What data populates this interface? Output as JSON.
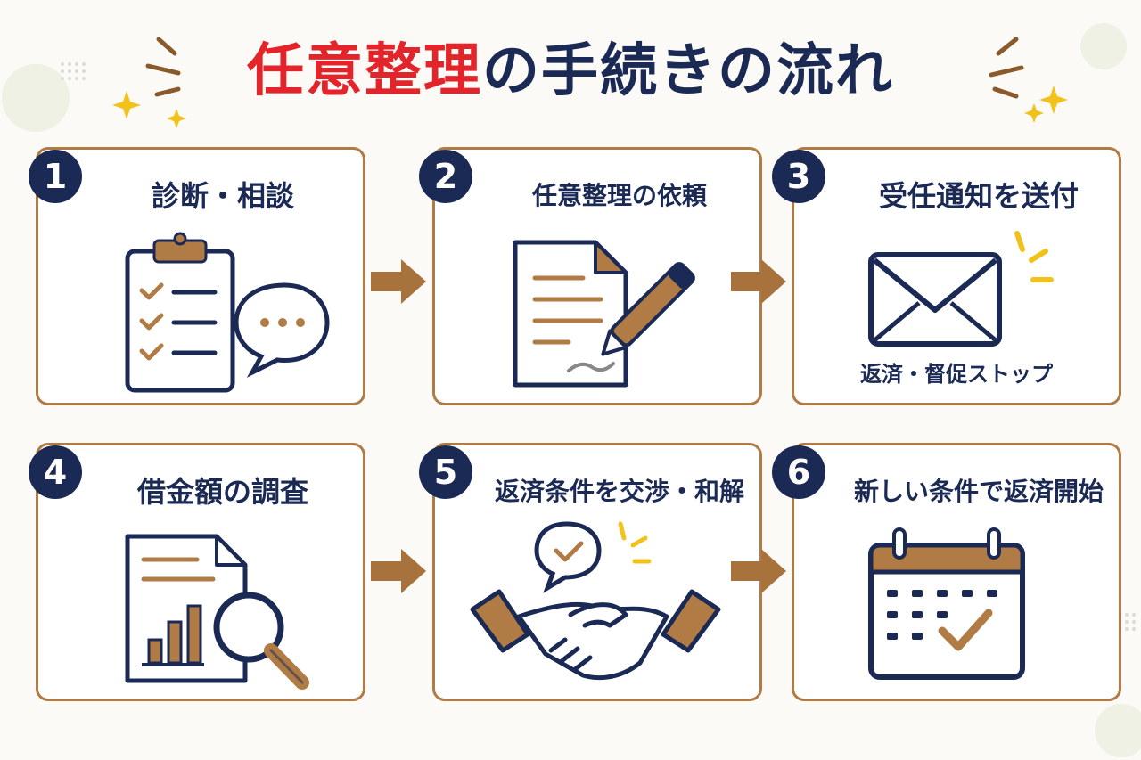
{
  "title": {
    "accent": "任意整理",
    "rest": "の手続きの流れ"
  },
  "steps": [
    {
      "number": "1",
      "label": "診断・相談",
      "icon": "clipboard-chat-icon"
    },
    {
      "number": "2",
      "label": "任意整理の依頼",
      "icon": "document-pen-icon"
    },
    {
      "number": "3",
      "label": "受任通知を送付",
      "sublabel": "返済・督促ストップ",
      "icon": "envelope-icon"
    },
    {
      "number": "4",
      "label": "借金額の調査",
      "icon": "report-magnifier-icon"
    },
    {
      "number": "5",
      "label": "返済条件を交渉・和解",
      "icon": "handshake-icon"
    },
    {
      "number": "6",
      "label": "新しい条件で返済開始",
      "icon": "calendar-check-icon"
    }
  ],
  "colors": {
    "navy": "#1b2a55",
    "brown": "#b07b45",
    "red": "#e3242b",
    "gold": "#f2c21c",
    "background": "#fbfaf6"
  }
}
